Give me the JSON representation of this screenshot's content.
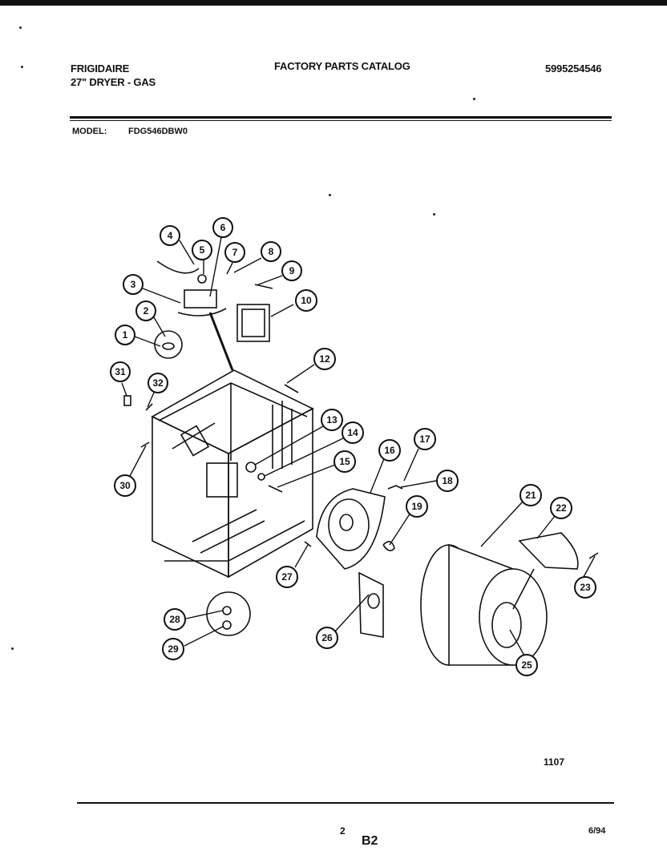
{
  "header": {
    "brand": "FRIGIDAIRE",
    "product": "27\" DRYER - GAS",
    "catalog_title": "FACTORY PARTS CATALOG",
    "catalog_number": "5995254546"
  },
  "model": {
    "label": "MODEL:",
    "value": "FDG546DBW0"
  },
  "diagram": {
    "callouts": [
      "1",
      "2",
      "3",
      "4",
      "5",
      "6",
      "7",
      "8",
      "9",
      "10",
      "12",
      "13",
      "14",
      "15",
      "16",
      "17",
      "18",
      "19",
      "21",
      "22",
      "23",
      "25",
      "26",
      "27",
      "28",
      "29",
      "30",
      "31",
      "32"
    ],
    "figure_id": "1107"
  },
  "footer": {
    "page_number": "2",
    "section": "B2",
    "date": "6/94"
  }
}
